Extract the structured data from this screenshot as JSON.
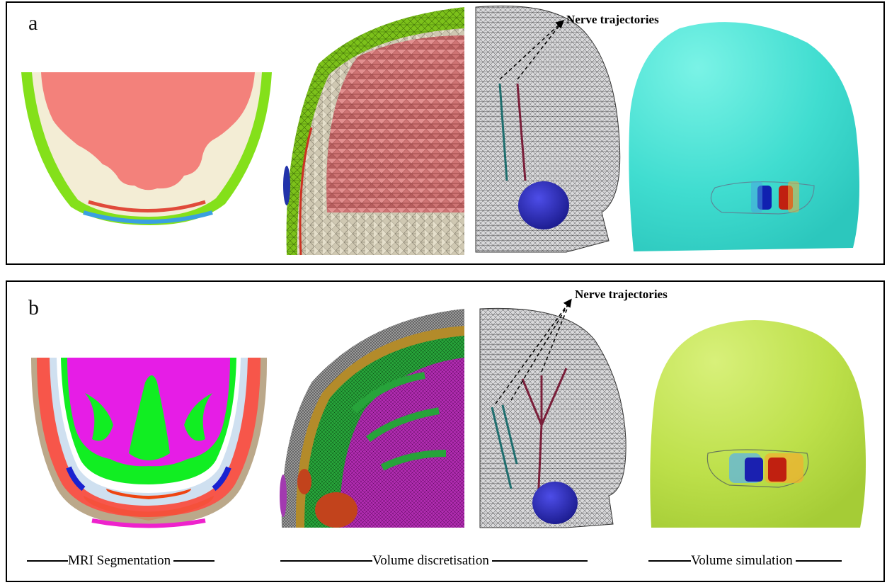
{
  "panels": [
    {
      "letter": "a",
      "annotation": "Nerve trajectories"
    },
    {
      "letter": "b",
      "annotation": "Nerve trajectories"
    }
  ],
  "captions": {
    "segmentation": "MRI Segmentation",
    "discretisation": "Volume discretisation",
    "simulation": "Volume simulation"
  },
  "colors": {
    "scalp_a": "#84e01a",
    "skull_a": "#f3edd5",
    "brain_a": "#f3817b",
    "sim_a_bg": "#3fe0d0",
    "sim_b_bg": "#b9e04a",
    "brain_b": "#e61de6",
    "white_matter_b": "#11ee22",
    "mesh_gray": "#c9c9cc"
  }
}
